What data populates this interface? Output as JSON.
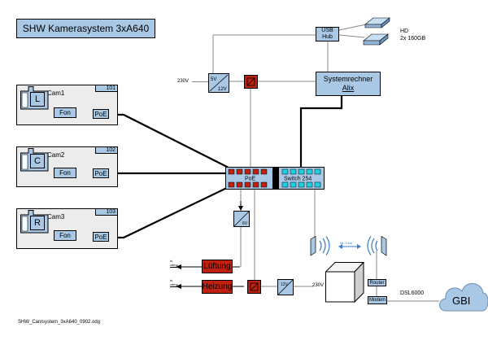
{
  "title": "SHW Kamerasystem 3xA640",
  "footer": "SHW_Camsystem_3xA640_0902.odg",
  "usb_hub": {
    "line1": "USB",
    "line2": "Hub"
  },
  "hd": {
    "line1": "HD",
    "line2": "2x 160GB"
  },
  "systemrechner": {
    "line1": "Systemrechner",
    "line2": "Alix"
  },
  "psu_top": {
    "v_in": "230V",
    "top": "5V",
    "bottom": "12V"
  },
  "cams": [
    {
      "id": "101",
      "letter": "L",
      "name": "Cam1",
      "fon": "Fon",
      "poe": "PoE"
    },
    {
      "id": "102",
      "letter": "C",
      "name": "Cam2",
      "fon": "Fon",
      "poe": "PoE"
    },
    {
      "id": "103",
      "letter": "R",
      "name": "Cam3",
      "fon": "Fon",
      "poe": "PoE"
    }
  ],
  "switch": {
    "poe": "PoE",
    "name": "Switch 254"
  },
  "psu_mid": {
    "v": "6V"
  },
  "luftung": {
    "label": "Lüftung",
    "to": "to",
    "to2": "camo"
  },
  "heizung": {
    "label": "Heizung",
    "to": "to",
    "to2": "camo"
  },
  "psu_bottom": {
    "v_in": "230V",
    "v": "12V"
  },
  "wlan": {
    "label": "ca. 5 km"
  },
  "router": "Router",
  "modem": "Modem",
  "dsl": "DSL6000",
  "cloud": "GBI"
}
